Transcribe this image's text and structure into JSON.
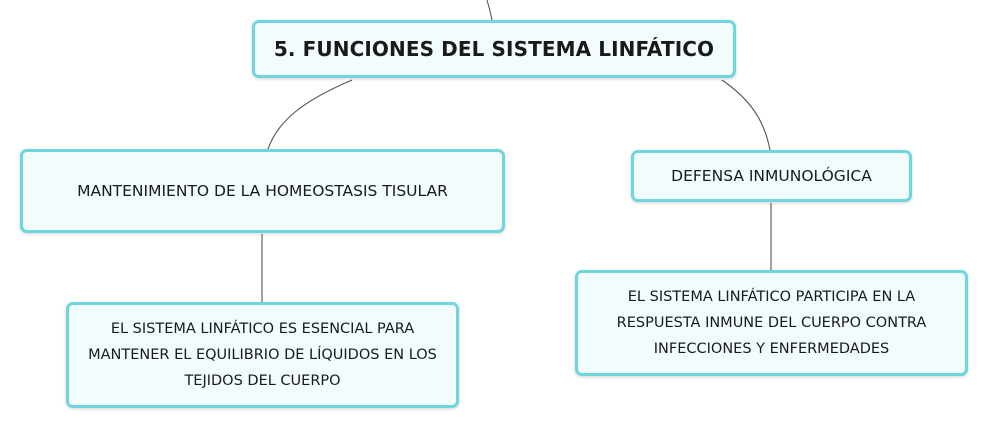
{
  "diagram": {
    "root": {
      "label": "5. FUNCIONES DEL SISTEMA LINFÁTICO"
    },
    "branches": [
      {
        "label": "MANTENIMIENTO DE LA HOMEOSTASIS TISULAR",
        "detail": "EL SISTEMA LINFÁTICO ES ESENCIAL PARA MANTENER EL EQUILIBRIO DE LÍQUIDOS EN LOS TEJIDOS DEL CUERPO"
      },
      {
        "label": "DEFENSA INMUNOLÓGICA",
        "detail": "EL SISTEMA LINFÁTICO PARTICIPA EN LA RESPUESTA INMUNE DEL CUERPO CONTRA INFECCIONES Y ENFERMEDADES"
      }
    ],
    "colors": {
      "node_border": "#6fd6df",
      "node_fill": "#f2fcfd",
      "connector": "#555555"
    }
  }
}
